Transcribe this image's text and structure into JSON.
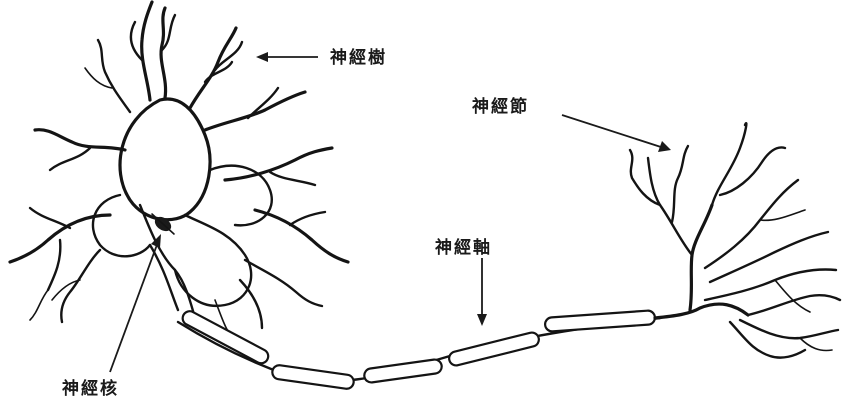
{
  "labels": {
    "dendrite": "神經樹",
    "nerve_ending": "神經節",
    "axon": "神經軸",
    "nucleus": "神經核"
  },
  "colors": {
    "ink": "#141414",
    "background": "#ffffff"
  }
}
